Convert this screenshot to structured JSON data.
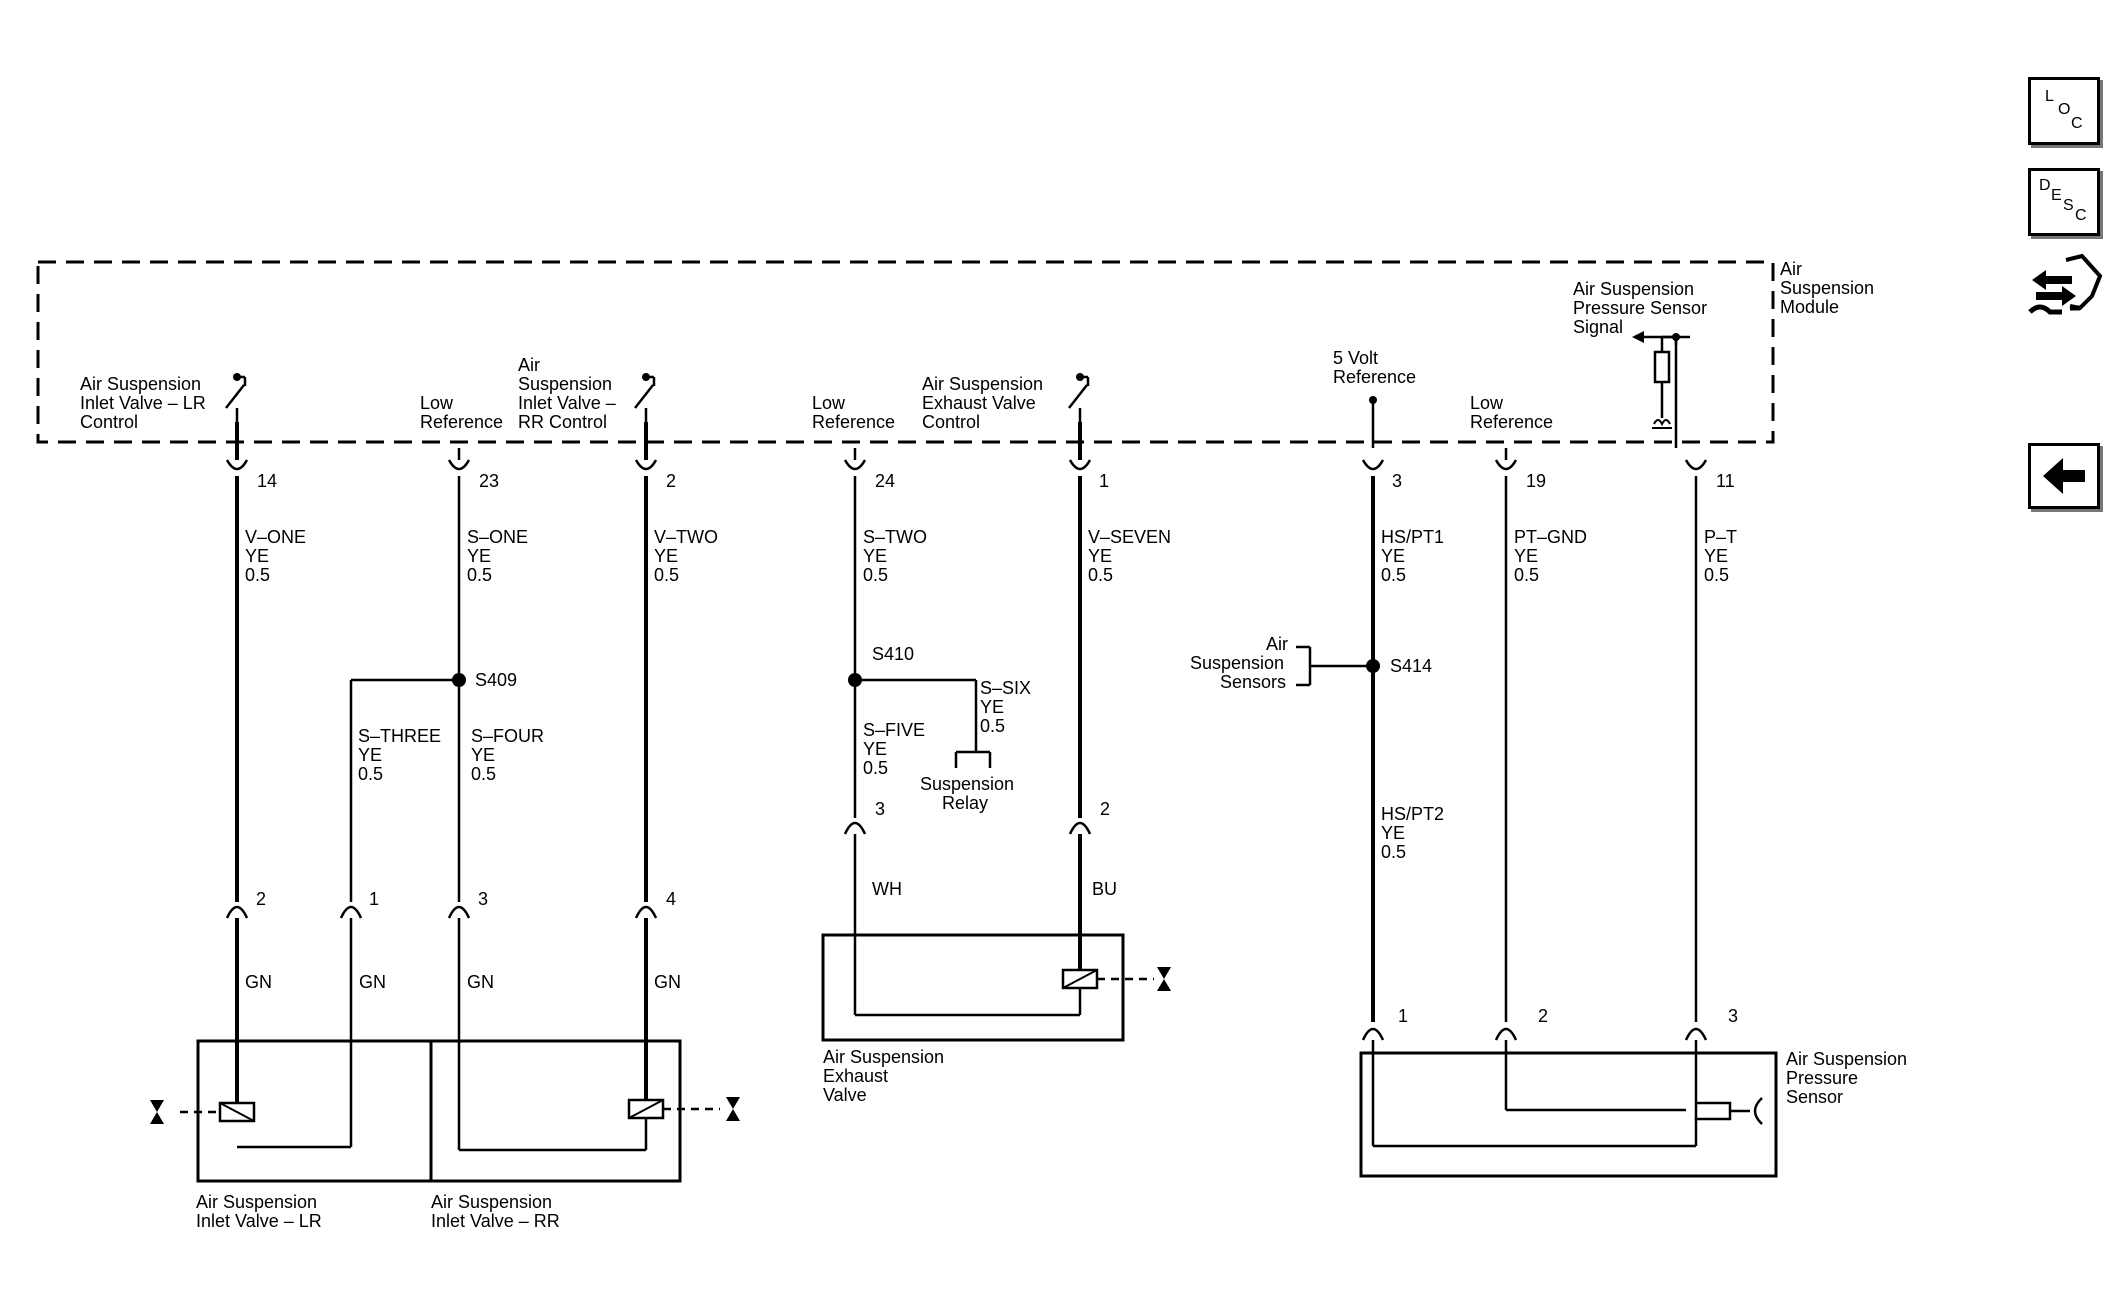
{
  "module": {
    "name": [
      "Air",
      "Suspension",
      "Module"
    ]
  },
  "pins": {
    "p14": {
      "label": [
        "Air Suspension",
        "Inlet Valve – LR",
        "Control"
      ],
      "pin": "14",
      "wire": "V–ONE",
      "color": "YE",
      "size": "0.5"
    },
    "p23": {
      "label": [
        "Low",
        "Reference"
      ],
      "pin": "23",
      "wire": "S–ONE",
      "color": "YE",
      "size": "0.5"
    },
    "p2": {
      "label": [
        "Air",
        "Suspension",
        "Inlet Valve –",
        "RR Control"
      ],
      "pin": "2",
      "wire": "V–TWO",
      "color": "YE",
      "size": "0.5"
    },
    "p24": {
      "label": [
        "Low",
        "Reference"
      ],
      "pin": "24",
      "wire": "S–TWO",
      "color": "YE",
      "size": "0.5"
    },
    "p1": {
      "label": [
        "Air Suspension",
        "Exhaust Valve",
        "Control"
      ],
      "pin": "1",
      "wire": "V–SEVEN",
      "color": "YE",
      "size": "0.5"
    },
    "p3": {
      "label": [
        "5 Volt",
        "Reference"
      ],
      "pin": "3",
      "wire": "HS/PT1",
      "color": "YE",
      "size": "0.5"
    },
    "p19": {
      "label": [
        "Low",
        "Reference"
      ],
      "pin": "19",
      "wire": "PT–GND",
      "color": "YE",
      "size": "0.5"
    },
    "p11": {
      "label": [
        "Air Suspension",
        "Pressure Sensor",
        "Signal"
      ],
      "pin": "11",
      "wire": "P–T",
      "color": "YE",
      "size": "0.5"
    }
  },
  "splices": {
    "s409": {
      "id": "S409",
      "wire3": "S–THREE",
      "wire4": "S–FOUR",
      "color": "YE",
      "size": "0.5"
    },
    "s410": {
      "id": "S410",
      "wire5": "S–FIVE",
      "wire6": "S–SIX",
      "color": "YE",
      "size": "0.5",
      "dest": [
        "Suspension",
        "Relay"
      ]
    },
    "s414": {
      "id": "S414",
      "dest": [
        "Air",
        "Suspension",
        "Sensors"
      ],
      "wire2": "HS/PT2",
      "color": "YE",
      "size": "0.5"
    }
  },
  "inlet_valves": {
    "pins": [
      "2",
      "1",
      "3",
      "4"
    ],
    "wire_color": "GN",
    "lr_name": [
      "Air Suspension",
      "Inlet Valve – LR"
    ],
    "rr_name": [
      "Air Suspension",
      "Inlet Valve – RR"
    ]
  },
  "exhaust_valve": {
    "pins": [
      "3",
      "2"
    ],
    "wire_colors": [
      "WH",
      "BU"
    ],
    "name": [
      "Air Suspension",
      "Exhaust",
      "Valve"
    ]
  },
  "pressure_sensor": {
    "pins": [
      "1",
      "2",
      "3"
    ],
    "name": [
      "Air Suspension",
      "Pressure",
      "Sensor"
    ]
  },
  "nav": {
    "loc": [
      "L",
      "O",
      "C"
    ],
    "desc": [
      "D",
      "E",
      "S",
      "C"
    ],
    "buttons": [
      "loc-button",
      "desc-button",
      "connector-end-view-button",
      "back-button"
    ]
  }
}
